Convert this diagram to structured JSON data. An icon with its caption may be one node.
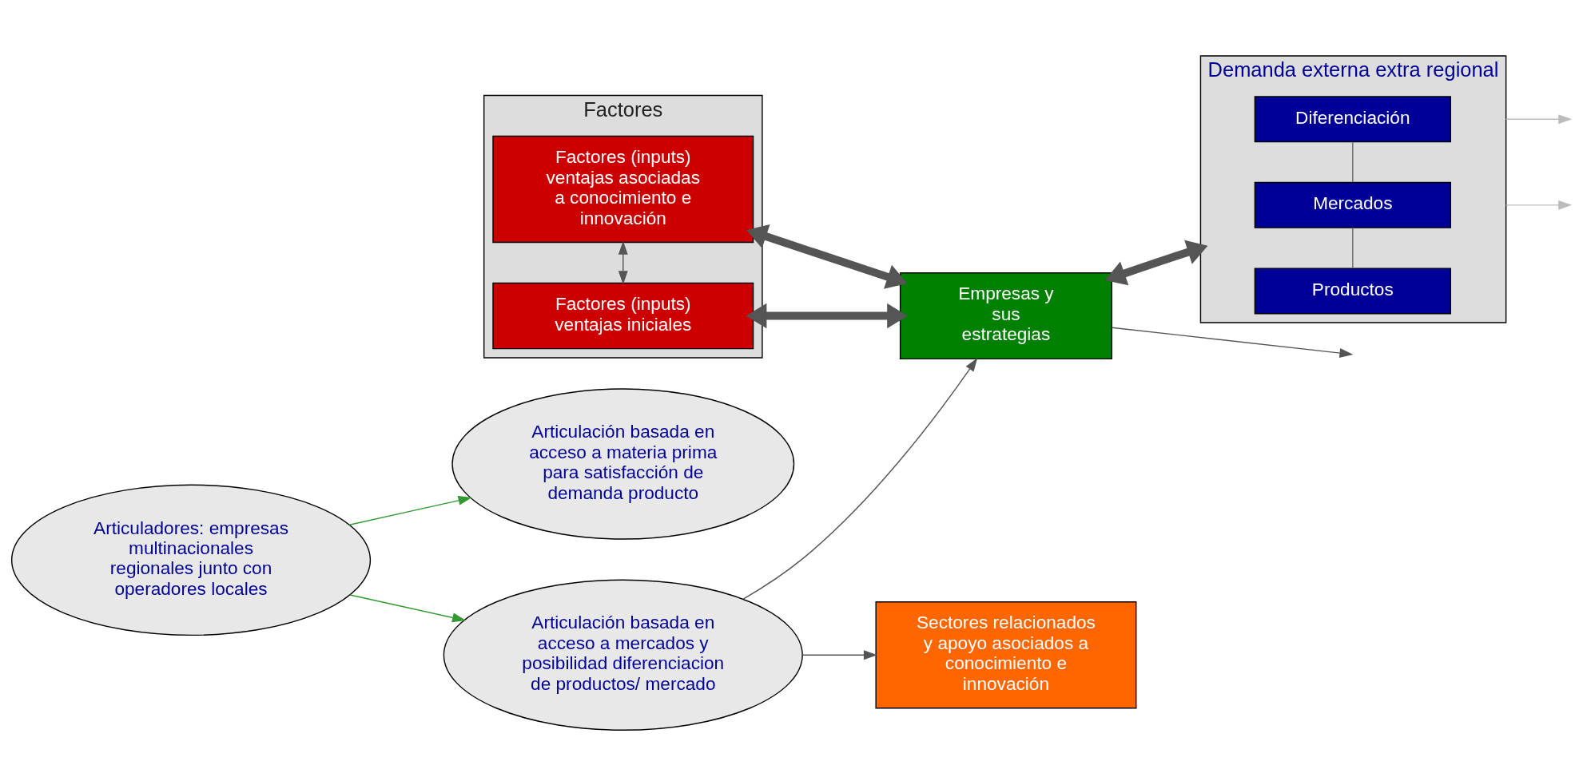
{
  "diagram": {
    "nodes": [
      {
        "text": [
          "Factores"
        ]
      },
      {
        "text": [
          "Factores (inputs) ventajas iniciales"
        ],
        "in": 0
      },
      {
        "text": [
          "Factores (inputs) ventajas asociadas a conocimiento e innovación"
        ],
        "in": 0
      },
      {
        "text": [
          "Empresas y sus estrategias"
        ]
      },
      {
        "text": [
          "Demanda externa extra regional"
        ]
      },
      {
        "text": [
          "Productos"
        ],
        "in": 4
      },
      {
        "text": [
          "Mercados"
        ],
        "in": 4
      },
      {
        "text": [
          "Diferenciación"
        ],
        "in": 4
      },
      {
        "text": [
          "Articulación basada en acceso a materia prima para satisfacción de demanda producto"
        ]
      },
      {
        "text": [
          "Articulación basada en acceso a mercados y posibilidad diferenciacion de productos/ mercado"
        ]
      },
      {
        "text": [
          "Sectores relacionados y apoyo asociados a conocimiento e innovación"
        ]
      },
      {
        "text": [
          "Articuladores: empresas multinacionales regionales junto con operadores locales"
        ]
      }
    ],
    "edges": [
      {
        "from": 1,
        "to": 2,
        "arrow": "both"
      },
      {
        "from": 3,
        "to": 1,
        "arrow": "both",
        "style": "thick"
      },
      {
        "from": 3,
        "to": 2,
        "arrow": "both",
        "style": "thick"
      },
      {
        "from": 3,
        "to": 4,
        "arrow": "both",
        "style": "thick"
      },
      {
        "from": 3,
        "to": null,
        "arrow": "to"
      },
      {
        "from": 9,
        "to": 3,
        "arrow": "to"
      },
      {
        "from": 9,
        "to": 10,
        "arrow": "to"
      },
      {
        "from": 4,
        "to": null,
        "arrow": "to",
        "color": "#bbbbbb"
      },
      {
        "from": 4,
        "to": null,
        "arrow": "to",
        "color": "#bbbbbb"
      },
      {
        "from": 5,
        "to": 6,
        "arrow": "none",
        "color": "#666666"
      },
      {
        "from": 6,
        "to": 7,
        "arrow": "none",
        "color": "#666666"
      },
      {
        "from": 11,
        "to": 8,
        "arrow": "to",
        "color": "#339933"
      },
      {
        "from": 11,
        "to": 9,
        "arrow": "to",
        "color": "#339933"
      }
    ]
  }
}
